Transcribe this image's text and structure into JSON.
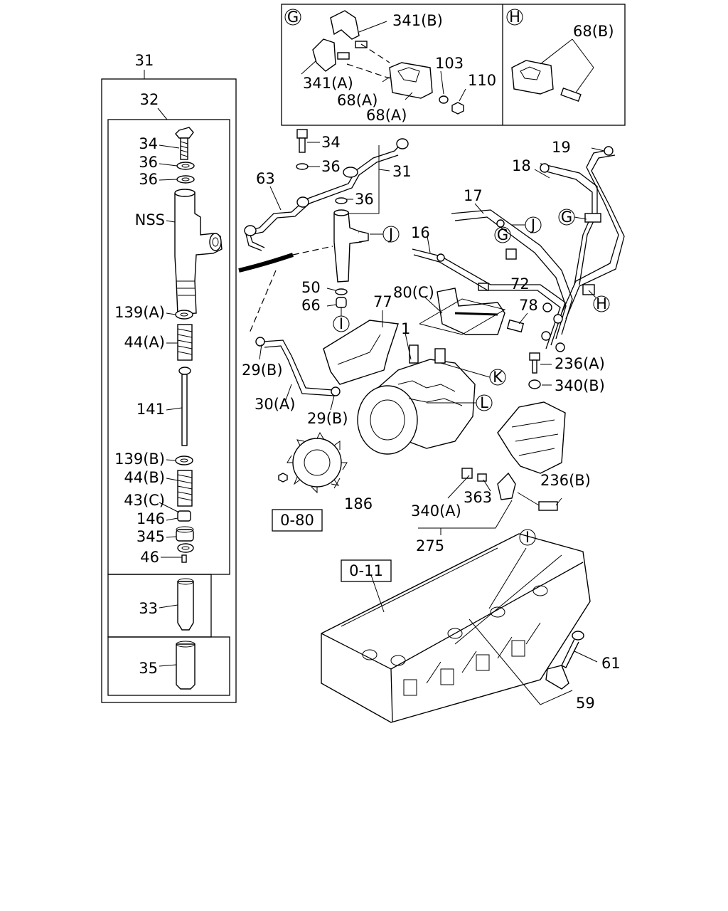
{
  "labels": {
    "l31_top": "31",
    "l32": "32",
    "l34_left": "34",
    "l36_a": "36",
    "l36_b": "36",
    "nss": "NSS",
    "l139a": "139(A)",
    "l44a": "44(A)",
    "l141": "141",
    "l139b": "139(B)",
    "l44b": "44(B)",
    "l43c": "43(C)",
    "l146": "146",
    "l345": "345",
    "l46": "46",
    "l33": "33",
    "l35": "35",
    "l341b": "341(B)",
    "l341a": "341(A)",
    "l68a_1": "68(A)",
    "l68a_2": "68(A)",
    "l103": "103",
    "l110": "110",
    "l68b": "68(B)",
    "l34_mid": "34",
    "l36_mid1": "36",
    "l31_mid": "31",
    "l36_mid2": "36",
    "l63": "63",
    "l19": "19",
    "l18": "18",
    "l17": "17",
    "l16": "16",
    "l80c": "80(C)",
    "l72": "72",
    "l78": "78",
    "l77": "77",
    "l50": "50",
    "l66": "66",
    "l1": "1",
    "l29b_1": "29(B)",
    "l30a": "30(A)",
    "l29b_2": "29(B)",
    "l236a": "236(A)",
    "l340b": "340(B)",
    "l186": "186",
    "l363": "363",
    "l340a": "340(A)",
    "l236b": "236(B)",
    "l275": "275",
    "l61": "61",
    "l59": "59"
  },
  "callouts": {
    "g_box": "G",
    "h_box": "H",
    "j1": "J",
    "j2": "J",
    "g2": "G",
    "h2": "H",
    "i1": "I",
    "i2": "I",
    "k": "K",
    "l": "L"
  },
  "refs": {
    "ref_080": "0-80",
    "ref_011": "0-11"
  }
}
